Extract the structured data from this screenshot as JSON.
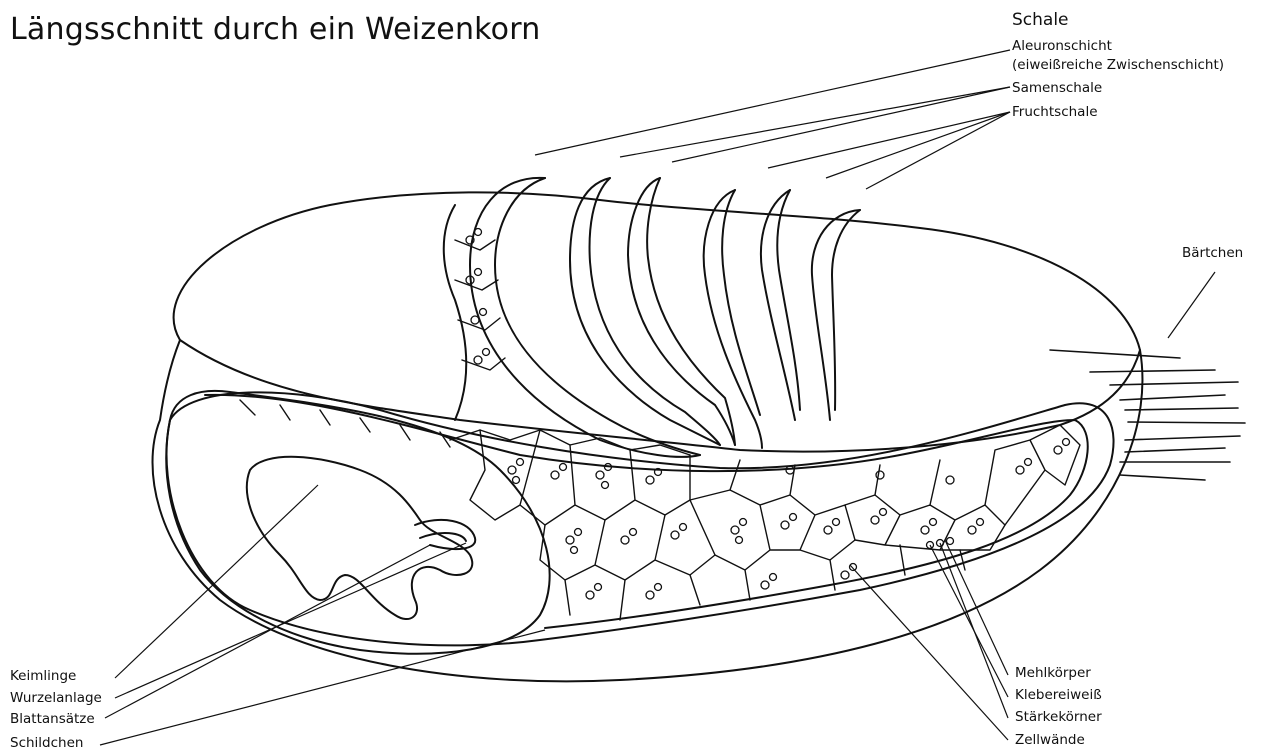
{
  "title": "Längsschnitt durch ein Weizenkorn",
  "labels": {
    "schale_heading": "Schale",
    "aleuronschicht": "Aleuronschicht",
    "aleuronschicht_note": "(eiweißreiche Zwischenschicht)",
    "samenschale": "Samenschale",
    "fruchtschale": "Fruchtschale",
    "baertchen": "Bärtchen",
    "keimlinge": "Keimlinge",
    "wurzelanlage": "Wurzelanlage",
    "blattansaetze": "Blattansätze",
    "schildchen": "Schildchen",
    "mehlkoerper": "Mehlkörper",
    "klebereiweiss": "Klebereiweiß",
    "staerkekoerner": "Stärkekörner",
    "zellwaende": "Zellwände"
  },
  "colors": {
    "ink": "#111111",
    "background": "#ffffff"
  }
}
